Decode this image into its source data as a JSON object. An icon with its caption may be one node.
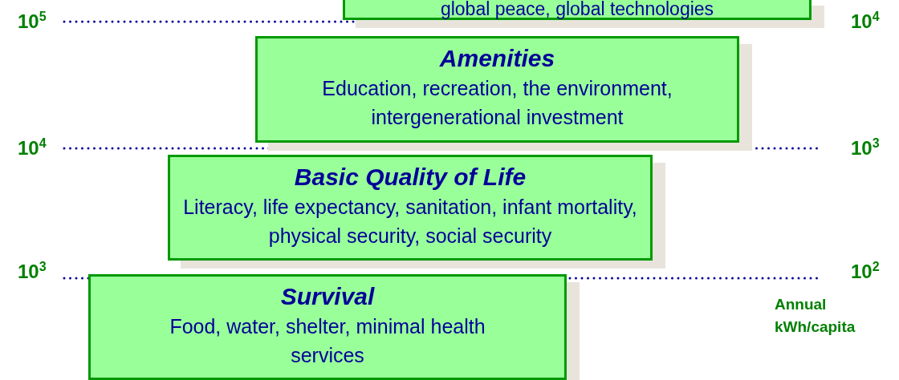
{
  "diagram": {
    "nodes": [
      {
        "text": [
          "global peace, global technologies"
        ]
      },
      {
        "text": [
          "Amenities",
          "Education, recreation, the environment, intergenerational investment"
        ]
      },
      {
        "text": [
          "Basic Quality of Life",
          "Literacy, life expectancy, sanitation, infant mortality, physical security, social security"
        ]
      },
      {
        "text": [
          "Survival",
          "Food, water, shelter, minimal health services"
        ]
      }
    ],
    "labels": [
      "10$^{5}$",
      "10$^{4}$",
      "10$^{4}$",
      "10$^{3}$",
      "10$^{3}$",
      "10$^{2}$",
      "Annual kWh/capita"
    ]
  }
}
